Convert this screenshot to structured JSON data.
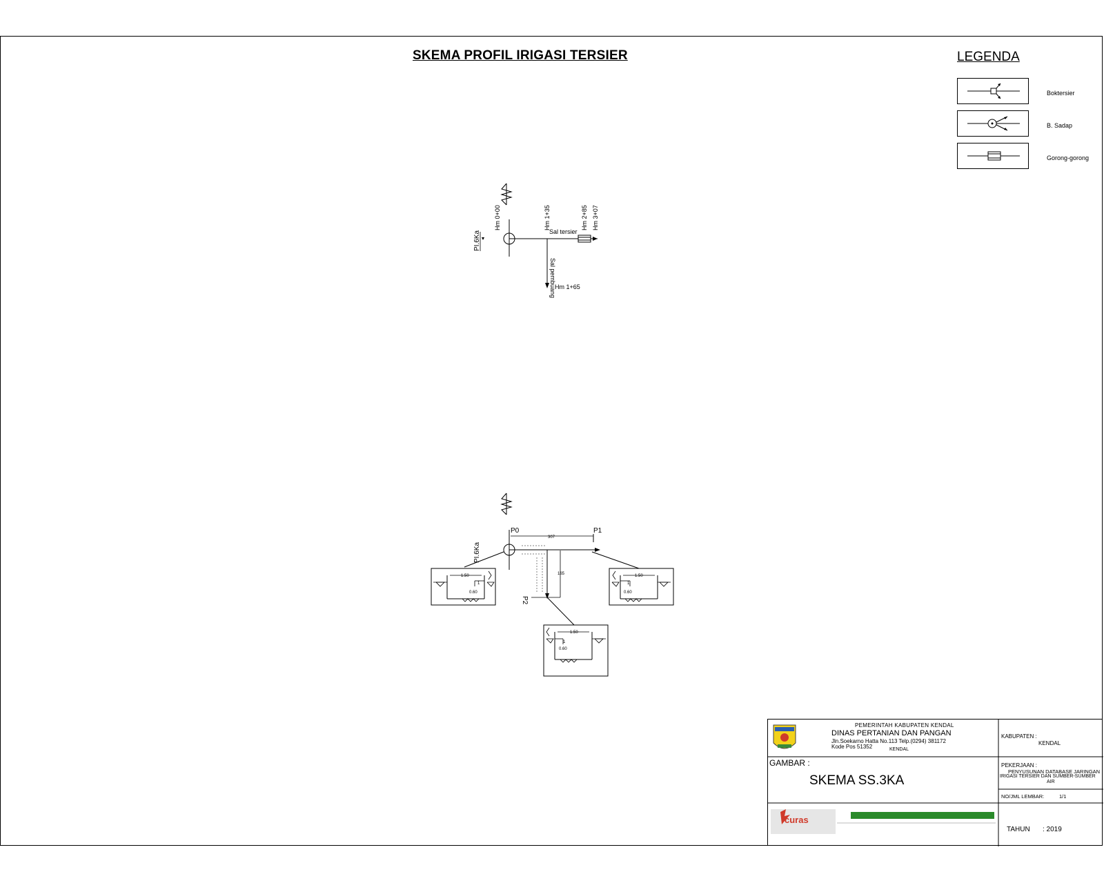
{
  "title": "SKEMA PROFIL IRIGASI TERSIER",
  "legend": {
    "title": "LEGENDA",
    "items": [
      {
        "icon": "bok-tersier-icon",
        "label": "Boktersier"
      },
      {
        "icon": "b-sadap-icon",
        "label": "B. Sadap"
      },
      {
        "icon": "gorong-gorong-icon",
        "label": "Gorong-gorong"
      }
    ]
  },
  "scheme": {
    "pi_label": "PI.6Ka",
    "hm_0": "Hm 0+00",
    "hm_135": "Hm 1+35",
    "hm_285": "Hm 2+85",
    "hm_307": "Hm 3+07",
    "hm_165": "Hm 1+65",
    "sal_tersier": "Sal tersier",
    "sal_pembuang": "Sal pembuang"
  },
  "profile": {
    "pi_label": "PI.6Ka",
    "p0": "P0",
    "p1": "P1",
    "p2": "P2",
    "dim_p0_p1": "307",
    "dim_side": "165",
    "sec_width": "1.50",
    "sec_depth": "0.60",
    "slope": "1"
  },
  "title_block": {
    "gov": "PEMERINTAH KABUPATEN KENDAL",
    "agency": "DINAS PERTANIAN DAN PANGAN",
    "address": "Jln.Soekarno Hatta No.113 Telp.(0294) 381172",
    "postcode": "Kode Pos 51352",
    "city": "KENDAL",
    "kabupaten_label": "KABUPATEN :",
    "kabupaten_value": "KENDAL",
    "gambar_label": "GAMBAR :",
    "gambar_value": "SKEMA SS.3KA",
    "pekerjaan_label": "PEKERJAAN :",
    "pekerjaan_line1": "PENYUSUNAN DATABASE JARINGAN",
    "pekerjaan_line2": "IRIGASI TERSIER DAN SUMBER-SUMBER",
    "pekerjaan_line3": "AIR",
    "lembar_label": "NO/JML LEMBAR:",
    "lembar_value": "1/1",
    "tahun_label": "TAHUN",
    "tahun_value": ": 2019",
    "logo_text": "curas"
  }
}
